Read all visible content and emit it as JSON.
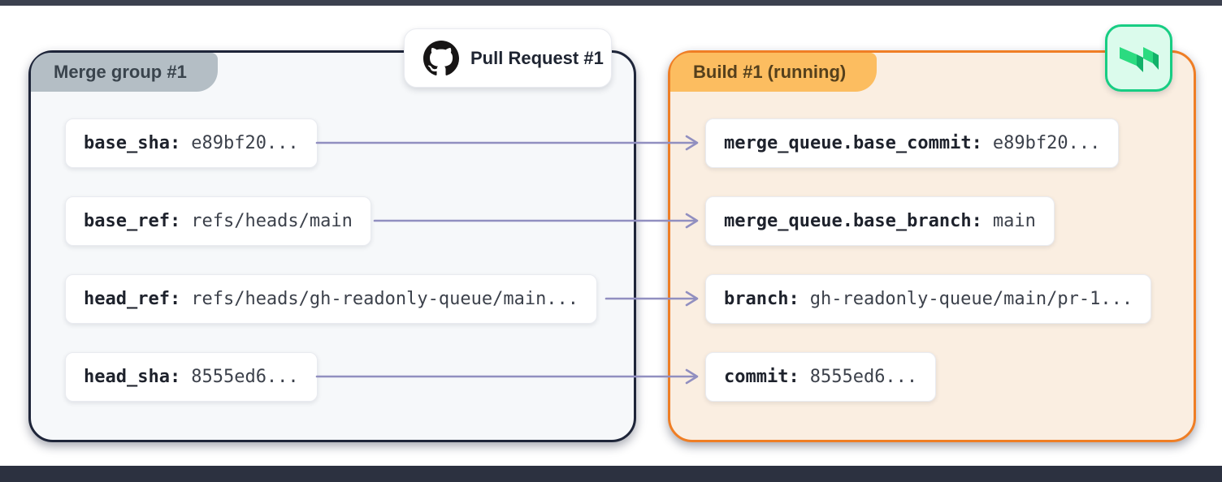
{
  "page": {
    "background_color": "#ffffff",
    "edge_band_color": "#1a2030"
  },
  "left_panel": {
    "tab_label": "Merge group #1",
    "tab_color": "#b4bec5",
    "panel_color": "#f6f8fa",
    "border_color": "#1e2539",
    "rows": [
      {
        "label": "base_sha:",
        "value": "e89bf20..."
      },
      {
        "label": "base_ref:",
        "value": "refs/heads/main"
      },
      {
        "label": "head_ref:",
        "value": "refs/heads/gh-readonly-queue/main..."
      },
      {
        "label": "head_sha:",
        "value": "8555ed6..."
      }
    ]
  },
  "right_panel": {
    "tab_label": "Build #1 (running)",
    "tab_color": "#fcbd60",
    "panel_color": "#faeee1",
    "border_color": "#ef7e25",
    "rows": [
      {
        "label": "merge_queue.base_commit:",
        "value": "e89bf20..."
      },
      {
        "label": "merge_queue.base_branch:",
        "value": "main"
      },
      {
        "label": "branch:",
        "value": "gh-readonly-queue/main/pr-1..."
      },
      {
        "label": "commit:",
        "value": "8555ed6..."
      }
    ]
  },
  "pull_request_badge": {
    "label": "Pull Request #1",
    "icon": "github-octocat-icon",
    "icon_color": "#171515"
  },
  "buildkite_logo": {
    "icon": "buildkite-mark-icon",
    "tile_color": "#dbfbec",
    "tile_border_color": "#17cd83",
    "mark_light_color": "#2bdb80",
    "mark_dark_color": "#12b169"
  },
  "arrows": {
    "color": "#918fc0",
    "count": 4
  }
}
